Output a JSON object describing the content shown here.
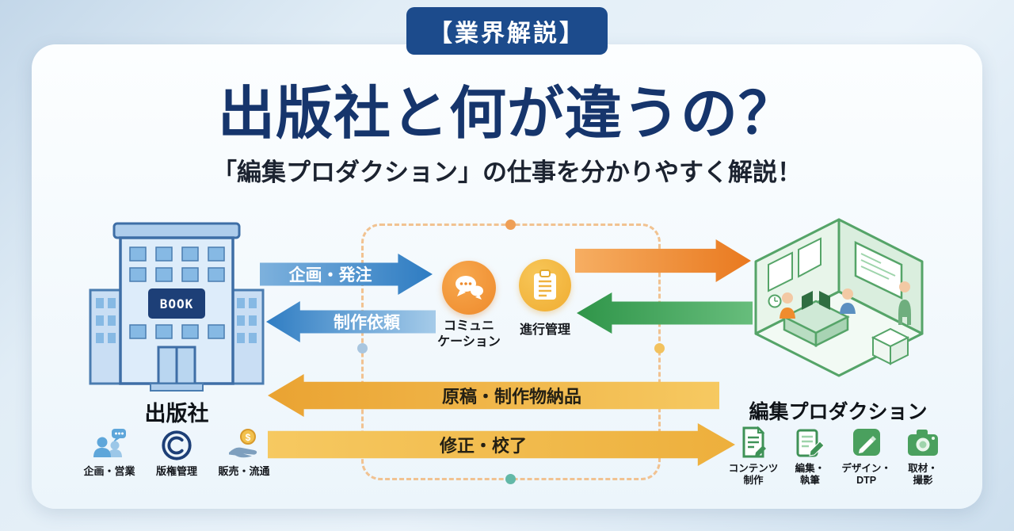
{
  "badge": "【業界解説】",
  "title": "出版社と何が違うの？",
  "subtitle": "「編集プロダクション」の仕事を分かりやすく解説！",
  "publisher": {
    "name": "出版社",
    "sign": "BOOK",
    "functions": [
      {
        "label": "企画・営業"
      },
      {
        "label": "版権管理"
      },
      {
        "label": "販売・流通"
      }
    ]
  },
  "production": {
    "name": "編集プロダクション",
    "functions": [
      {
        "label": "コンテンツ\n制作"
      },
      {
        "label": "編集・\n執筆"
      },
      {
        "label": "デザイン・\nDTP"
      },
      {
        "label": "取材・\n撮影"
      }
    ]
  },
  "hub": {
    "communication": "コミュニ\nケーション",
    "management": "進行管理"
  },
  "arrows": {
    "planning": "企画・発注",
    "request": "制作依頼",
    "delivery": "原稿・制作物納品",
    "revision": "修正・校了"
  },
  "colors": {
    "badge_blue": "#1c4b8c",
    "title_navy": "#16356c",
    "arrow_blue": "#2e7cc2",
    "arrow_orange": "#e9791f",
    "arrow_green": "#3da356",
    "arrow_yellow": "#f0b23f",
    "green_icon": "#4aa05e"
  }
}
